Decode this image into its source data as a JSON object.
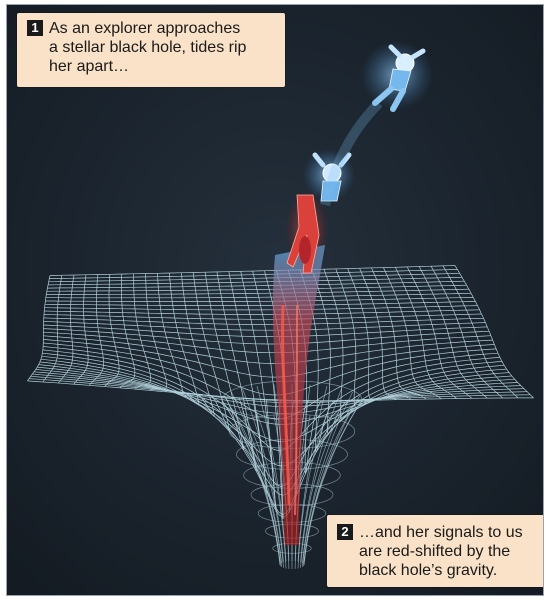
{
  "captions": [
    {
      "number": "1",
      "lines": [
        "As an explorer approaches",
        "a stellar black hole, tides rip",
        "her apart…"
      ]
    },
    {
      "number": "2",
      "lines": [
        "…and her signals to us",
        "are red-shifted by the",
        "black hole’s gravity."
      ]
    }
  ],
  "colors": {
    "background": "#1b2530",
    "grid": "#bfe6f2",
    "explorer_blue": "#4aa8e8",
    "explorer_red": "#e0463a",
    "caption_bg": "#f9e2c7"
  },
  "icons": [
    "astronaut-figure-icon",
    "spacetime-grid-funnel"
  ]
}
